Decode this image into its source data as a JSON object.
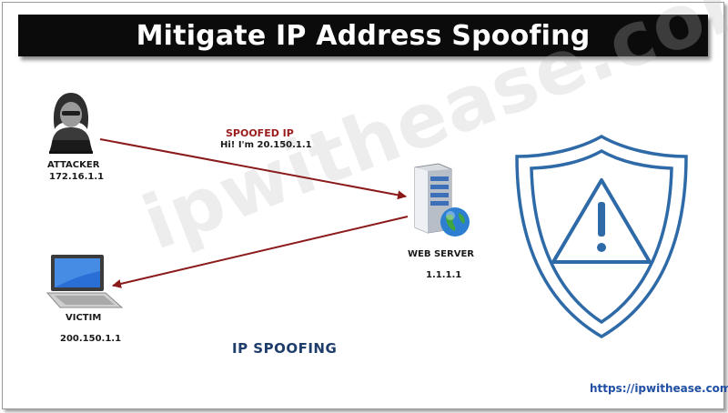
{
  "title": "Mitigate IP Address Spoofing",
  "watermark": "ipwithease.com",
  "attacker": {
    "label": "ATTACKER",
    "ip": "172.16.1.1"
  },
  "victim": {
    "label": "VICTIM",
    "ip": "200.150.1.1"
  },
  "server": {
    "label": "WEB SERVER",
    "ip": "1.1.1.1"
  },
  "arrow_message": {
    "heading": "SPOOFED IP",
    "text": "Hi! I'm 20.150.1.1"
  },
  "caption": "IP SPOOFING",
  "url": "https://ipwithease.com",
  "icons": [
    "hacker-icon",
    "laptop-icon",
    "server-icon",
    "globe-icon",
    "shield-warning-icon"
  ],
  "colors": {
    "title_bg": "#0b0b0b",
    "arrow": "#8b1a1a",
    "shield": "#2f6aa8",
    "caption": "#1f3d6b",
    "url": "#1f4ea3"
  }
}
